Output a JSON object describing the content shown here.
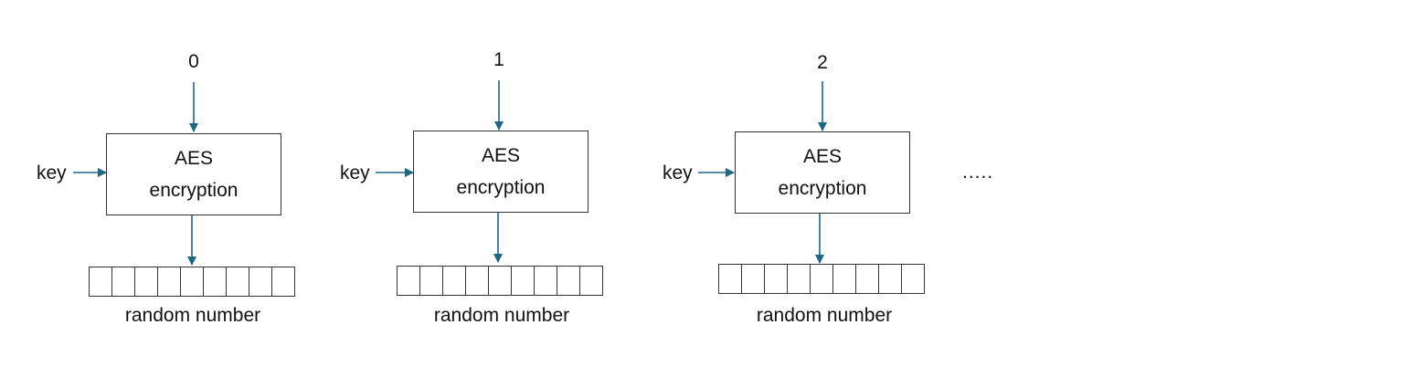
{
  "colors": {
    "arrow": "#1f6685",
    "border": "#333333",
    "text": "#111111"
  },
  "blocks": [
    {
      "counter": "0",
      "key_label": "key",
      "box_line1": "AES",
      "box_line2": "encryption",
      "output_label": "random number"
    },
    {
      "counter": "1",
      "key_label": "key",
      "box_line1": "AES",
      "box_line2": "encryption",
      "output_label": "random number"
    },
    {
      "counter": "2",
      "key_label": "key",
      "box_line1": "AES",
      "box_line2": "encryption",
      "output_label": "random number"
    }
  ],
  "continuation": "....."
}
